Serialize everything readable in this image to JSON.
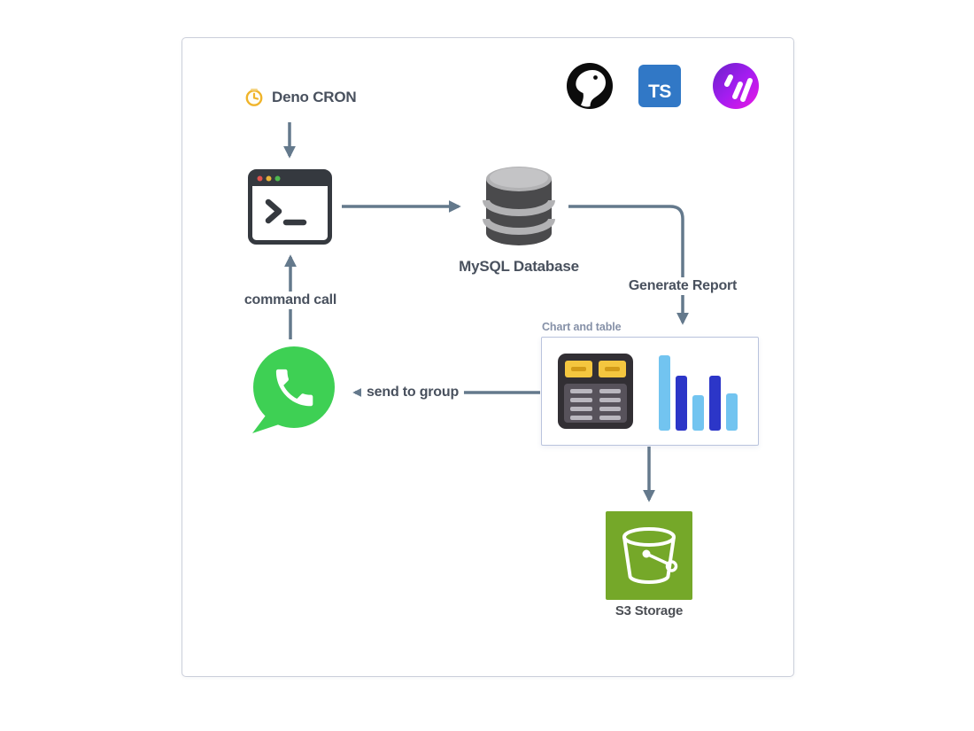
{
  "labels": {
    "deno_cron": "Deno CRON",
    "mysql_database": "MySQL Database",
    "generate_report": "Generate Report",
    "chart_and_table": "Chart and table",
    "send_to_group": "send to group",
    "command_call": "command call",
    "s3_storage": "S3 Storage",
    "typescript_logo": "TS"
  },
  "icons": {
    "clock": "clock-icon",
    "terminal": "terminal-window-icon",
    "database": "database-cylinder-icon",
    "table": "table-icon",
    "bar_chart": "bar-chart-icon",
    "whatsapp": "whatsapp-icon",
    "s3_bucket": "s3-bucket-icon",
    "deno": "deno-dinosaur-logo",
    "wwebjs": "wwebjs-logo"
  },
  "colors": {
    "arrow": "#64798c",
    "label_text": "#49515e",
    "muted_label": "#8691a8",
    "whatsapp_green": "#3ed054",
    "s3_green": "#75a829",
    "typescript_blue": "#3178c6",
    "wwebjs_gradient_start": "#6a21c8",
    "wwebjs_gradient_mid": "#a31df0",
    "wwebjs_gradient_end": "#ec18e4",
    "bar_light_blue": "#72c4f0",
    "bar_dark_blue": "#2c36c8",
    "table_yellow": "#f4c63f",
    "terminal_dark": "#35393f",
    "db_dark": "#4a4a4c",
    "db_light": "#b2b2b4",
    "clock_gold": "#f0b42a"
  },
  "bar_chart_icon": {
    "heights": [
      85,
      62,
      40,
      62,
      42
    ],
    "palette": [
      "light",
      "dark",
      "light",
      "dark",
      "light"
    ]
  }
}
